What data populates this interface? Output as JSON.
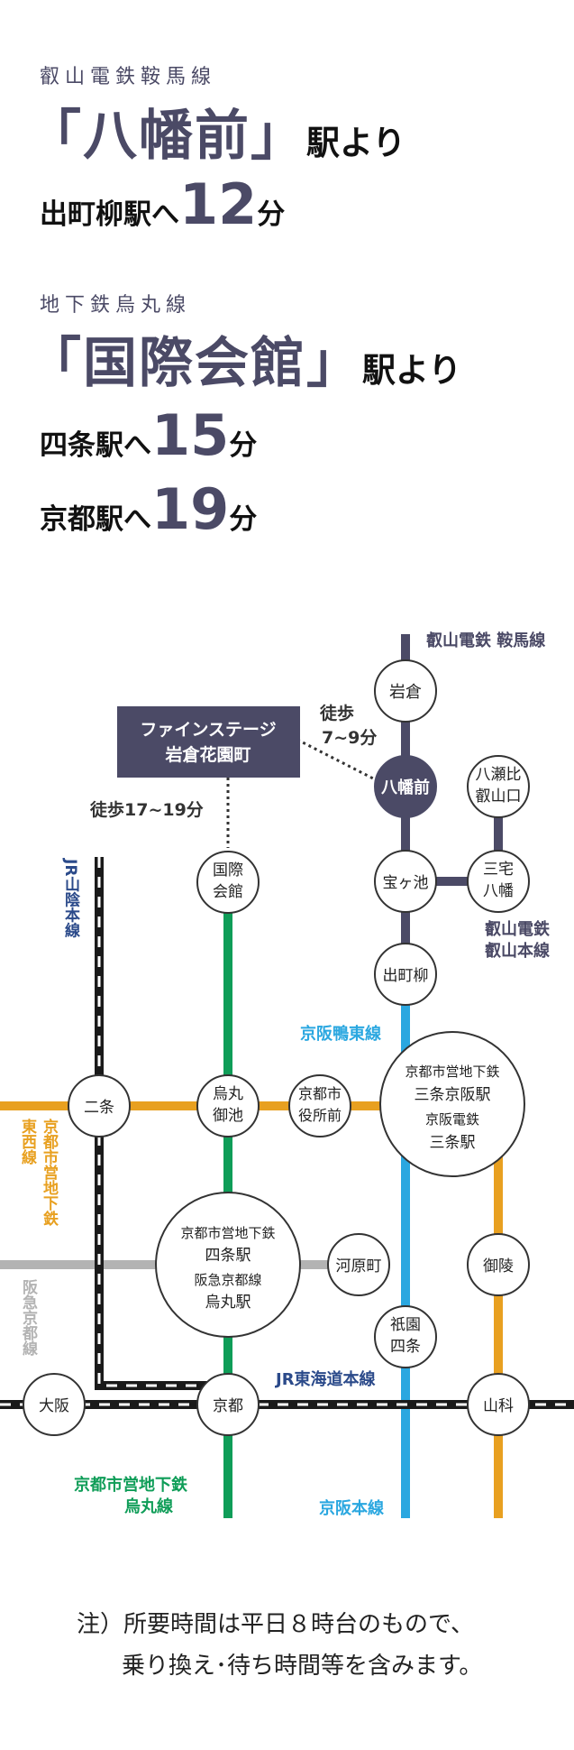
{
  "header": {
    "block1": {
      "line_label": "叡山電鉄鞍馬線",
      "station": "「八幡前」",
      "from": "駅より",
      "routes": [
        {
          "dest": "出町柳駅へ",
          "minutes": "12",
          "unit": "分"
        }
      ]
    },
    "block2": {
      "line_label": "地下鉄烏丸線",
      "station": "「国際会館」",
      "from": "駅より",
      "routes": [
        {
          "dest": "四条駅へ",
          "minutes": "15",
          "unit": "分"
        },
        {
          "dest": "京都駅へ",
          "minutes": "19",
          "unit": "分"
        }
      ]
    }
  },
  "map": {
    "property": {
      "line1": "ファインステージ",
      "line2": "岩倉花園町"
    },
    "walk_to_hachimanmae": {
      "line1": "徒歩",
      "line2": "7~9分"
    },
    "walk_to_kokusaikaikan": "徒歩17~19分",
    "lines": {
      "eizan_kurama": "叡山電鉄 鞍馬線",
      "eizan_main": [
        "叡山電鉄",
        "叡山本線"
      ],
      "keihan_oto": "京阪鴨東線",
      "keihan_main": "京阪本線",
      "jr_sanin": "JR山陰本線",
      "jr_tokaido": "JR東海道本線",
      "subway_tozai": [
        "京都市営地下鉄",
        "東西線"
      ],
      "hankyu": "阪急京都線",
      "subway_karasuma": [
        "京都市営地下鉄",
        "烏丸線"
      ]
    },
    "stations": {
      "iwakura": "岩倉",
      "hachimanmae": "八幡前",
      "yaseheizan": [
        "八瀬比",
        "叡山口"
      ],
      "miyake": [
        "三宅",
        "八幡"
      ],
      "takaragaike": "宝ヶ池",
      "demachiyanagi": "出町柳",
      "kokusaikaikan": [
        "国際",
        "会館"
      ],
      "nijo": "二条",
      "karasuma_oike": [
        "烏丸",
        "御池"
      ],
      "kyoto_shiyakusho": [
        "京都市",
        "役所前"
      ],
      "sanjo": [
        "京都市営地下鉄",
        "三条京阪駅",
        "京阪電鉄",
        "三条駅"
      ],
      "shijo": [
        "京都市営地下鉄",
        "四条駅",
        "阪急京都線",
        "烏丸駅"
      ],
      "kawaramachi": "河原町",
      "gion_shijo": [
        "祇園",
        "四条"
      ],
      "misasagi": "御陵",
      "osaka": "大阪",
      "kyoto": "京都",
      "yamashina": "山科"
    },
    "colors": {
      "navy": "#4b4a66",
      "green": "#0f9d58",
      "blue": "#2aa7e0",
      "orange": "#e8a020",
      "gray": "#b3b3b3",
      "jr": "#1a1a1a",
      "jr_label": "#2b4a8a",
      "green_label": "#0f9d58",
      "blue_label": "#2aa7e0",
      "orange_label": "#e8a020"
    }
  },
  "footnote": {
    "line1": "注）所要時間は平日８時台のもので、",
    "line2": "乗り換え･待ち時間等を含みます。"
  }
}
